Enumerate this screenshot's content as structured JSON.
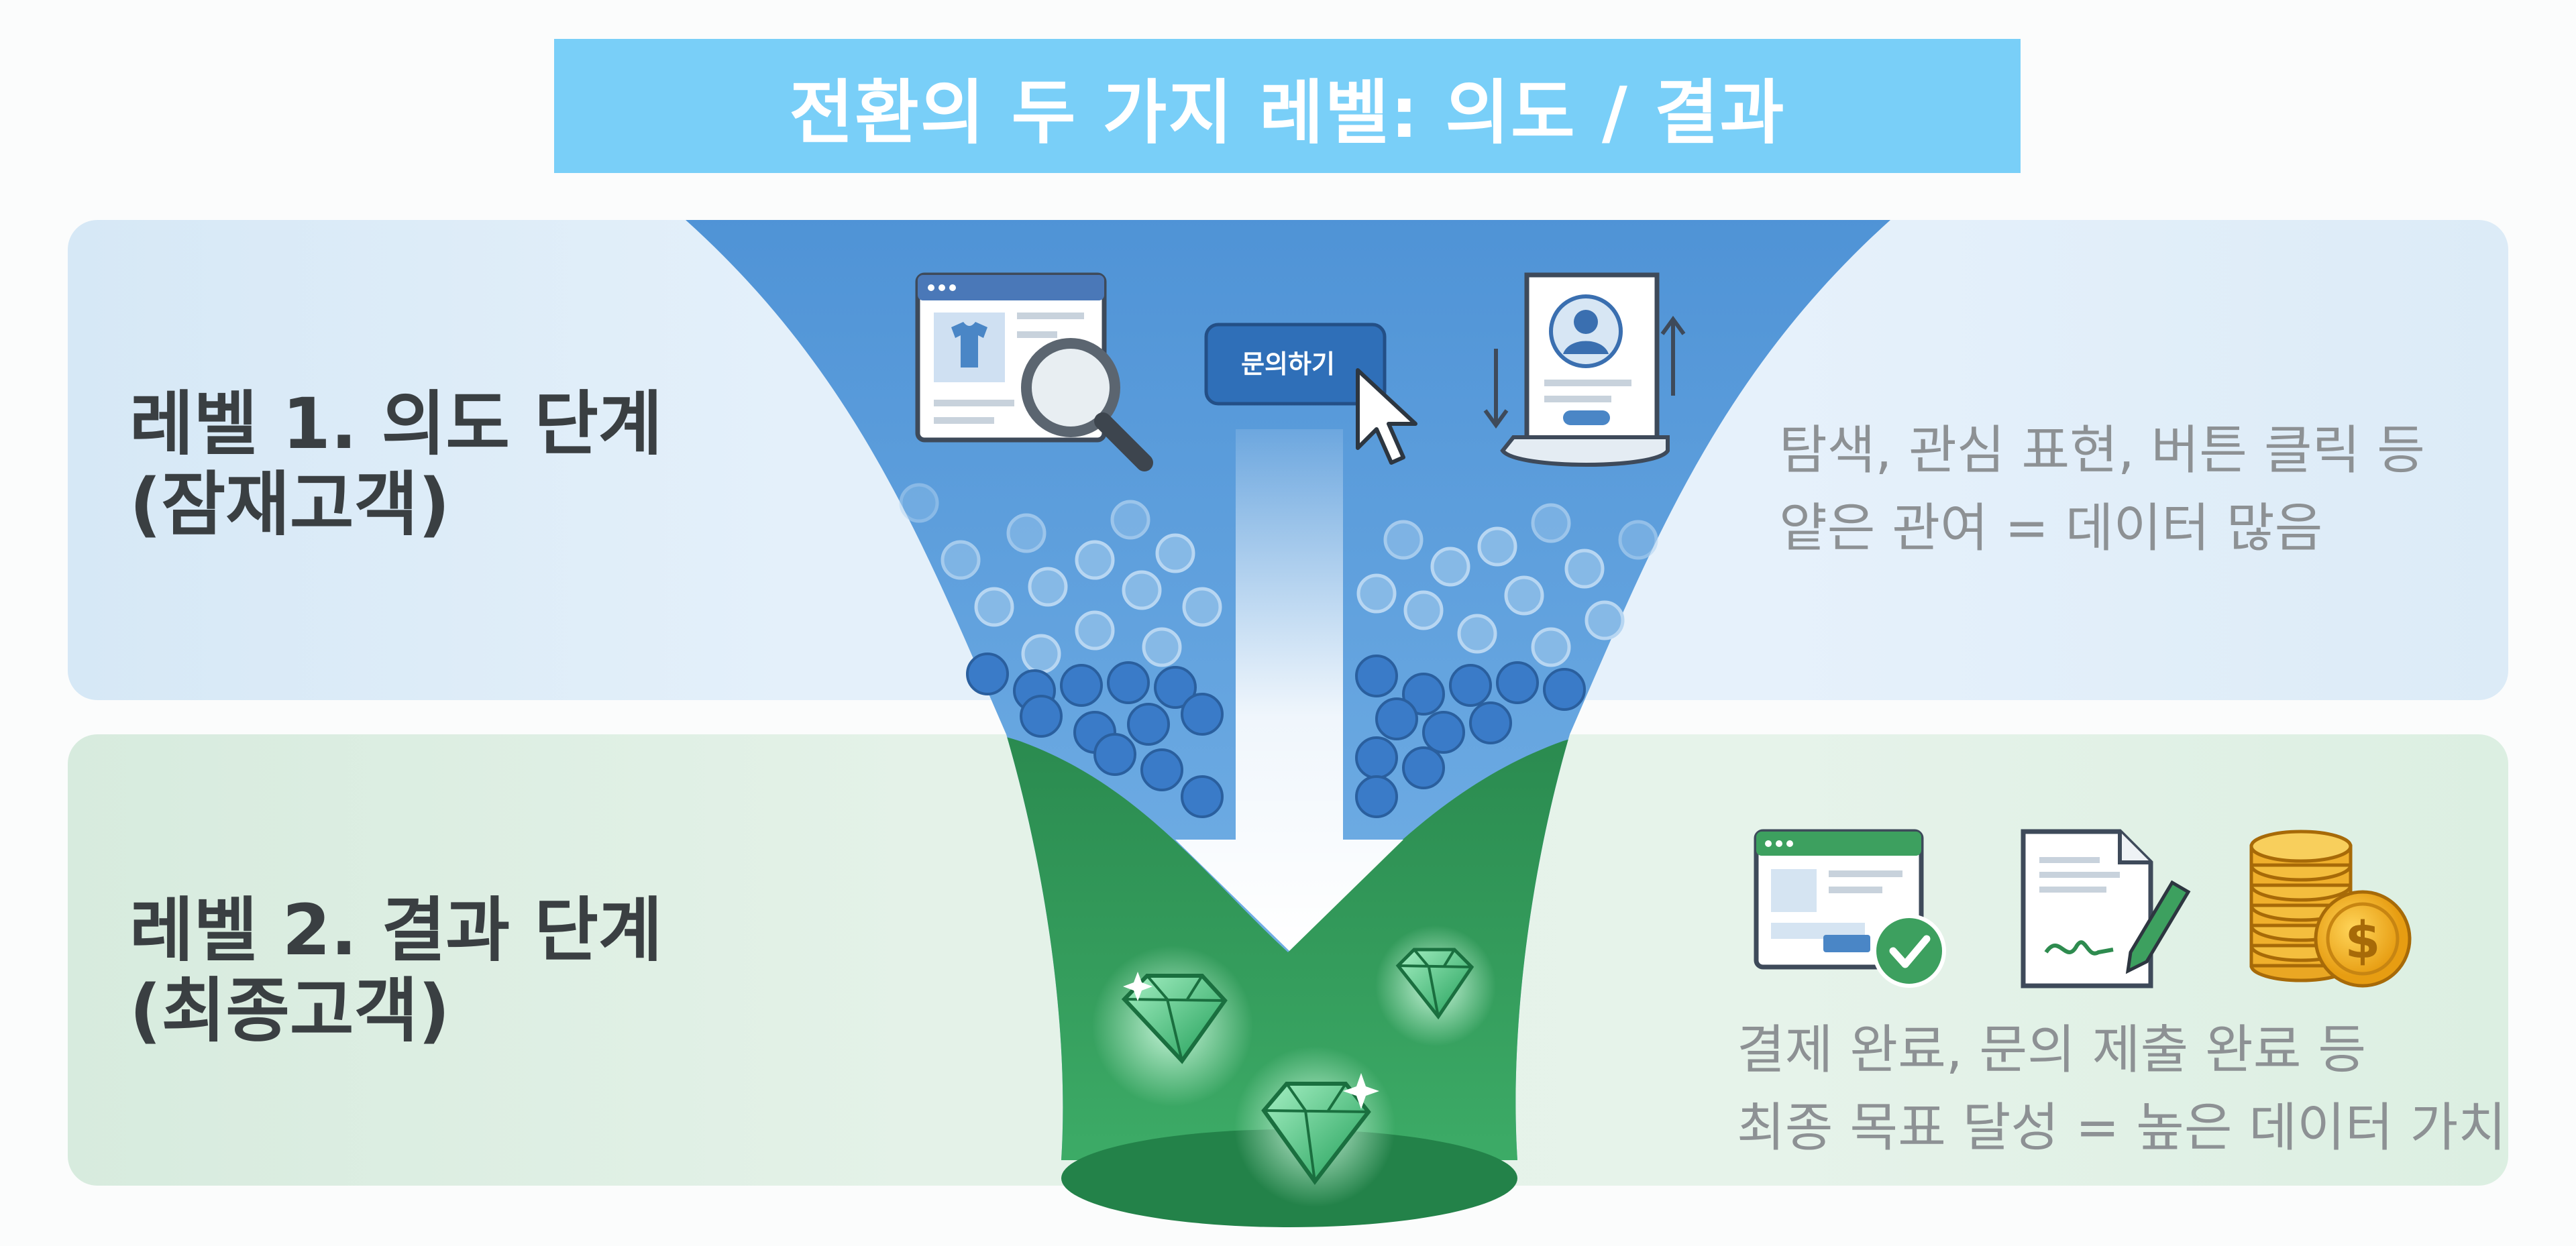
{
  "title": "전환의 두 가지 레벨: 의도 / 결과",
  "levels": [
    {
      "heading_line1": "레벨 1. 의도 단계",
      "heading_line2": "(잠재고객)",
      "description_line1": "탐색, 관심 표현, 버튼 클릭 등",
      "description_line2": "얕은 관여 = 데이터 많음"
    },
    {
      "heading_line1": "레벨 2. 결과 단계",
      "heading_line2": "(최종고객)",
      "description_line1": "결제 완료, 문의 제출 완료 등",
      "description_line2": "최종 목표 달성 = 높은 데이터 가치"
    }
  ],
  "funnel": {
    "inquiry_button_label": "문의하기",
    "top_icons": [
      "product-search-icon",
      "inquiry-click-icon",
      "profile-document-icon"
    ],
    "bottom_icons": [
      "web-form-check-icon",
      "signed-contract-icon",
      "coin-stack-icon"
    ],
    "result_items": [
      "gem-icon"
    ]
  },
  "colors": {
    "title_bar": "#79cff8",
    "intent_band": "#e4f0fa",
    "result_band": "#e4f2e8",
    "funnel_blue": "#5a9fdc",
    "funnel_green": "#2f9a5a",
    "heading_text": "#3a3f42",
    "description_text": "#8d9194"
  }
}
